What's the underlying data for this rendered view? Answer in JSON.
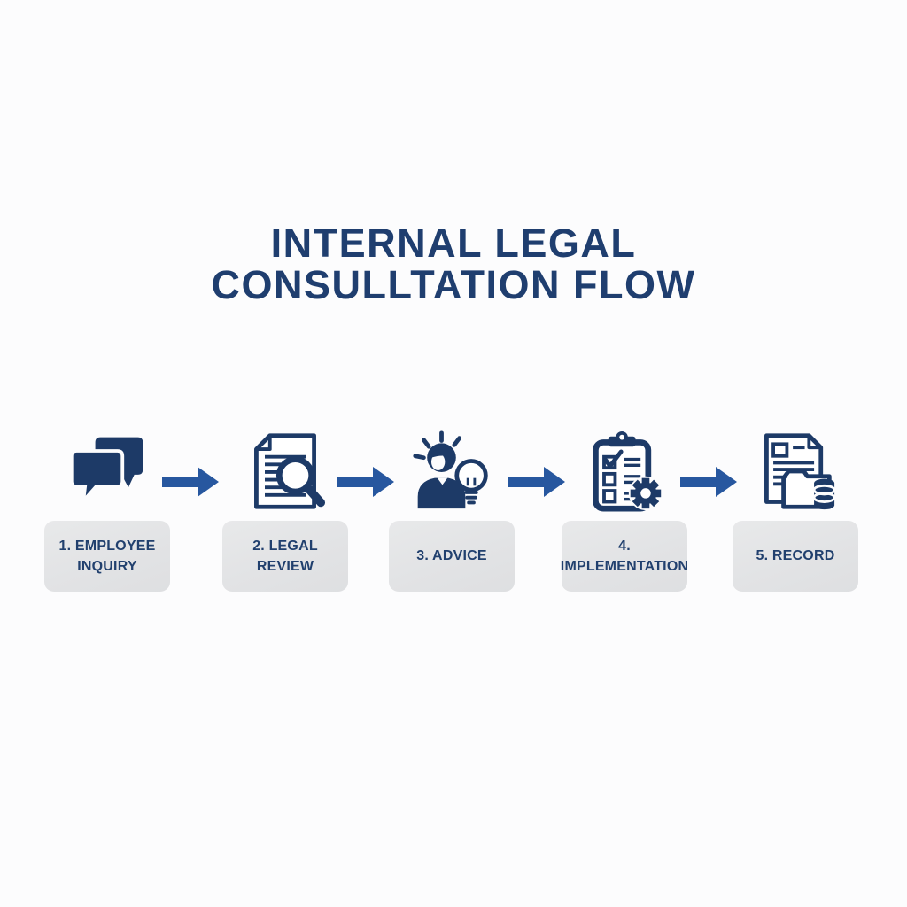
{
  "title": {
    "line1": "INTERNAL LEGAL",
    "line2": "CONSULLTATION FLOW"
  },
  "steps": [
    {
      "label": "1. EMPLOYEE INQUIRY",
      "icon": "chat-bubbles-icon"
    },
    {
      "label": "2. LEGAL REVIEW",
      "icon": "document-magnifier-icon"
    },
    {
      "label": "3. ADVICE",
      "icon": "person-lightbulb-icon"
    },
    {
      "label": "4. IMPLEMENTATION",
      "icon": "clipboard-gear-icon"
    },
    {
      "label": "5. RECORD",
      "icon": "document-folder-database-icon"
    }
  ],
  "colors": {
    "icon_navy": "#1d3a67",
    "arrow_blue": "#27579f",
    "title_navy": "#1f3e6f",
    "label_navy": "#21406e",
    "box_gray": "#e3e4e6",
    "background": "#fcfcfd"
  }
}
